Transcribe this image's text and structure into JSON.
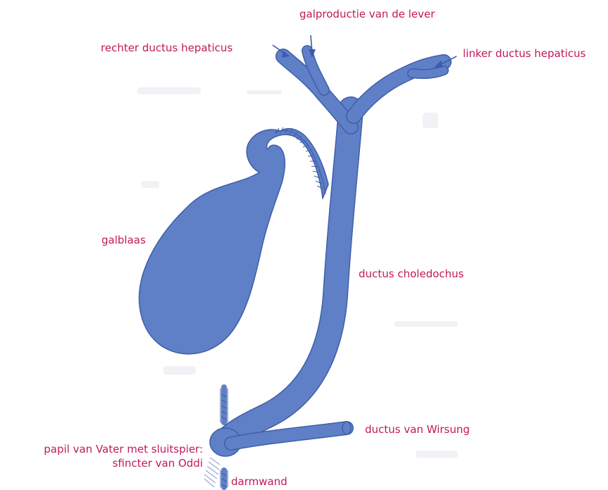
{
  "colors": {
    "duct": "#5f80c6",
    "duct_outline": "#3f5fa8",
    "label": "#c2185b",
    "background": "#ffffff"
  },
  "labels": {
    "galproductie": "galproductie van de lever",
    "rechter_ductus": "rechter ductus hepaticus",
    "linker_ductus": "linker ductus hepaticus",
    "galblaas": "galblaas",
    "ductus_choledochus": "ductus choledochus",
    "ductus_wirsung": "ductus van Wirsung",
    "papil_line1": "papil van Vater met sluitspier:",
    "papil_line2": "sfincter van Oddi",
    "darmwand": "darmwand"
  }
}
